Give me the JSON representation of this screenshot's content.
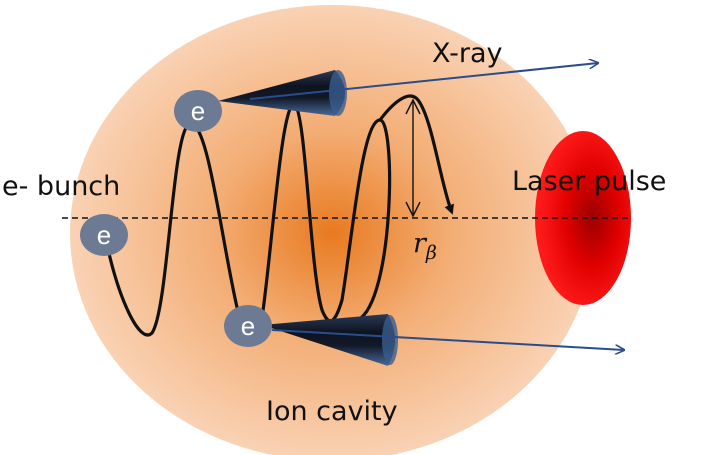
{
  "labels": {
    "xray": "X-ray",
    "e_bunch": "e- bunch",
    "laser_pulse": "Laser pulse",
    "ion_cavity": "Ion cavity",
    "r_beta_main": "r",
    "r_beta_sub": "β"
  },
  "electron_label": "e",
  "colors": {
    "cavity_center": "#e87a20",
    "cavity_edge": "#f9d2b4",
    "laser_center": "#9b0000",
    "laser_edge": "#ff1a1a",
    "electron_fill": "#6d7a94",
    "trajectory": "#111111",
    "arrow": "#2a4d8a",
    "cone_dark": "#0e1320",
    "cone_light": "#4a6a9a"
  }
}
